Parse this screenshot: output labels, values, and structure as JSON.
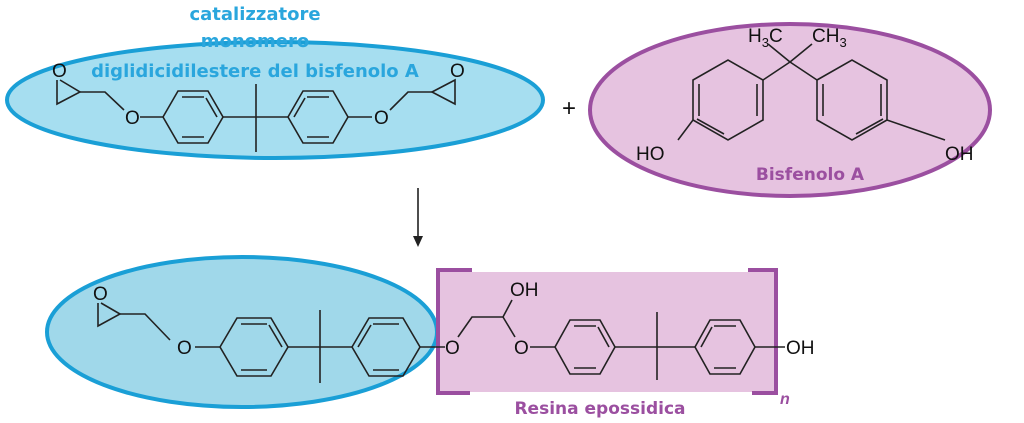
{
  "reactant_1": {
    "label_lines": [
      "catalizzatore",
      "monomero",
      "diglidicidilestere del bisfenolo A"
    ],
    "atoms": {
      "oxygen": "O"
    },
    "highlight_color": "#a6def0",
    "outline_color": "#1a9fd6"
  },
  "operator": {
    "plus": "+"
  },
  "reactant_2": {
    "label": "Bisfenolo A",
    "atoms": {
      "methyl_left_h": "H",
      "methyl_left_sub": "3",
      "methyl_left_c": "C",
      "methyl_right": "CH",
      "methyl_right_sub": "3",
      "hydroxyl_left": "HO",
      "hydroxyl_right": "OH"
    },
    "highlight_color": "#e6c3e0",
    "outline_color": "#9b4fa0"
  },
  "product": {
    "label": "Resina epossidica",
    "repeat_subscript": "n",
    "atoms": {
      "oxygen": "O",
      "hydroxyl": "OH"
    }
  }
}
